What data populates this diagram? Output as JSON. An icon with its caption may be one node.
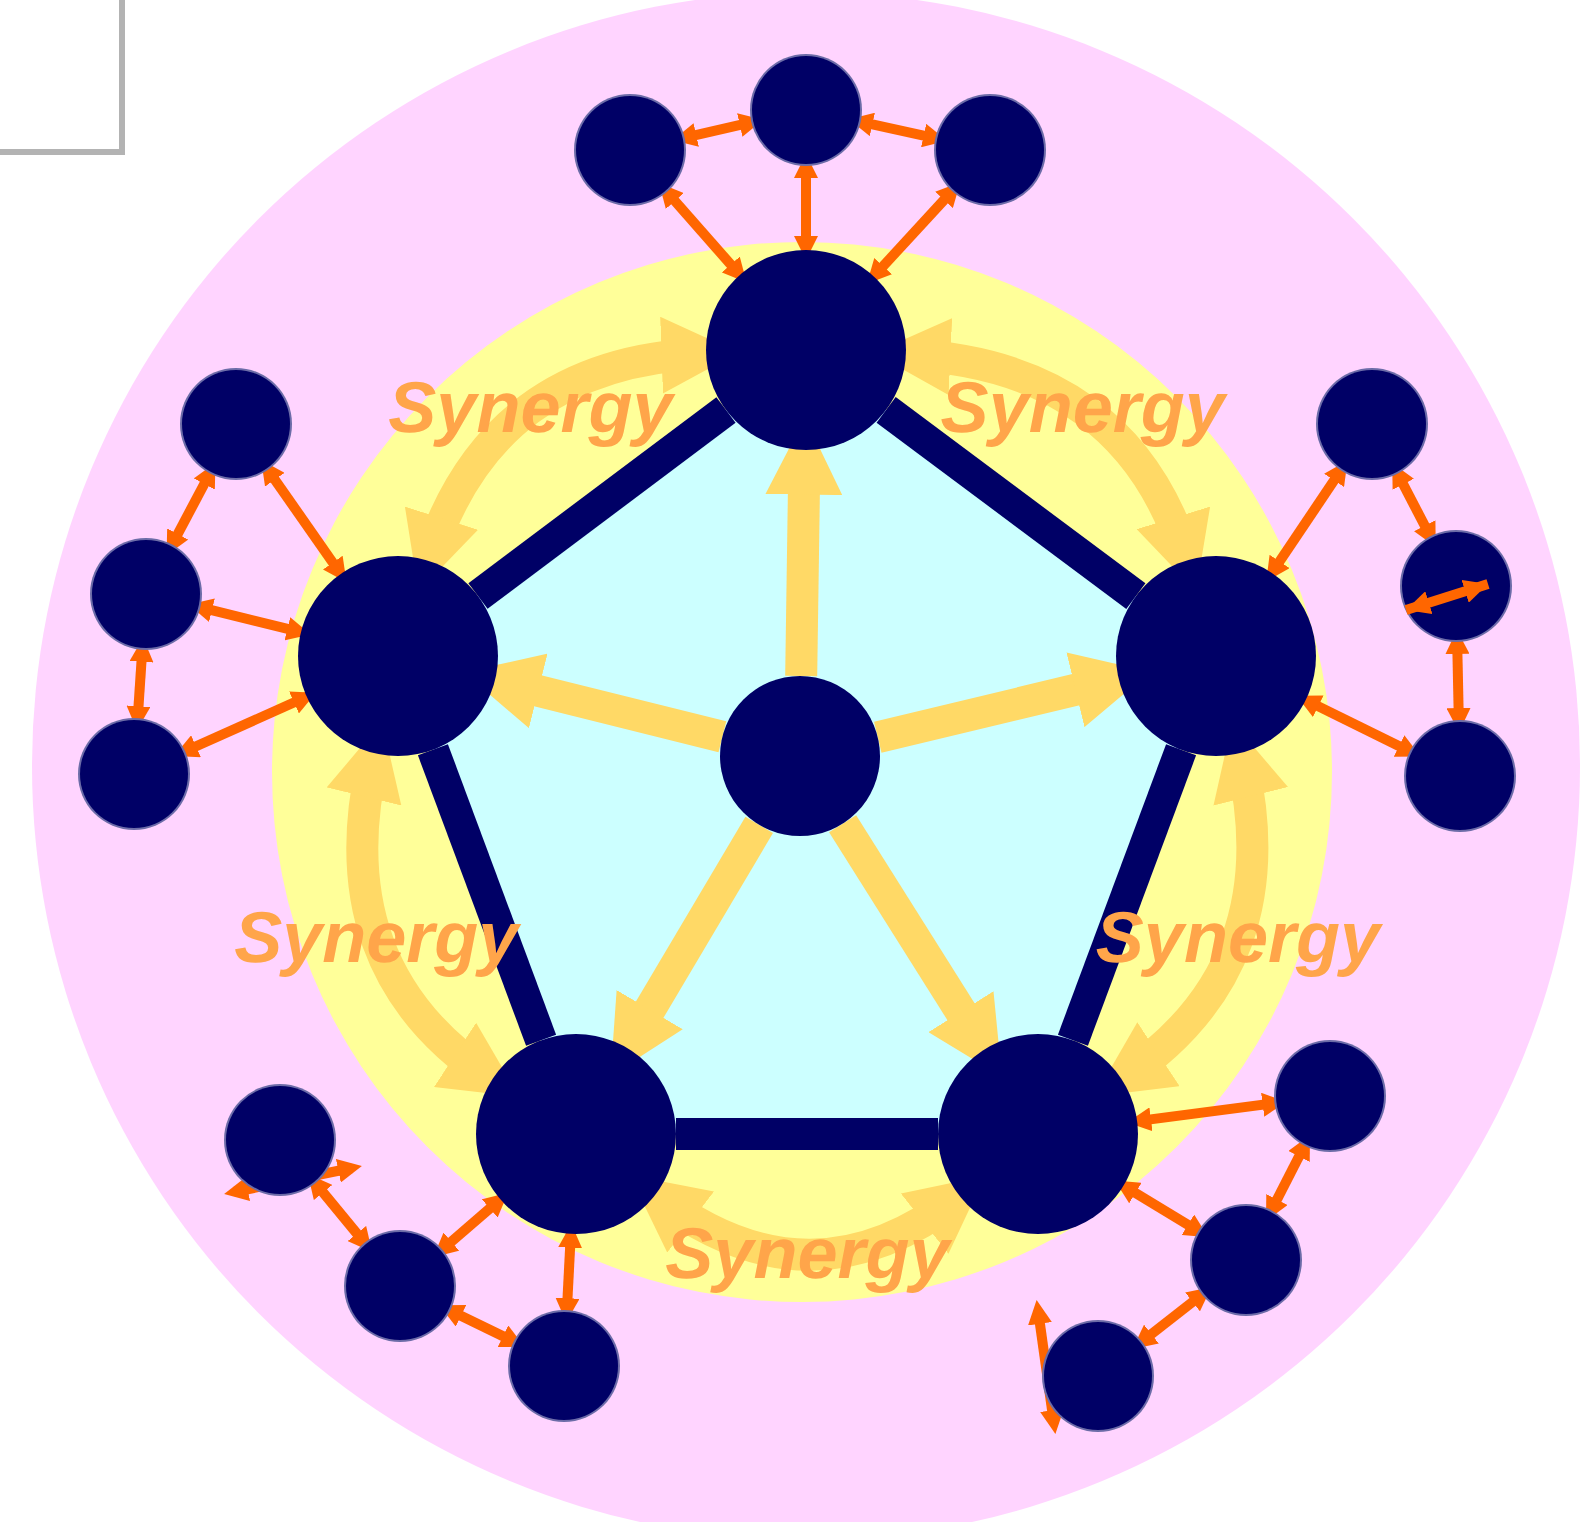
{
  "diagram": {
    "nodes": [
      {
        "text": [],
        "shape": "circle"
      },
      {
        "text": [],
        "shape": "circle"
      },
      {
        "text": [],
        "shape": "circle"
      },
      {
        "text": [],
        "shape": "circle"
      },
      {
        "text": [],
        "shape": "circle"
      },
      {
        "text": [],
        "shape": "circle"
      },
      {
        "text": [],
        "shape": "circle"
      },
      {
        "text": [],
        "shape": "circle"
      },
      {
        "text": [],
        "shape": "circle"
      },
      {
        "text": [],
        "shape": "circle"
      },
      {
        "text": [],
        "shape": "circle"
      },
      {
        "text": [],
        "shape": "circle"
      },
      {
        "text": [],
        "shape": "circle"
      },
      {
        "text": [],
        "shape": "circle"
      },
      {
        "text": [],
        "shape": "circle"
      },
      {
        "text": [],
        "shape": "circle"
      },
      {
        "text": [],
        "shape": "circle"
      },
      {
        "text": [],
        "shape": "circle"
      },
      {
        "text": [],
        "shape": "circle"
      },
      {
        "text": [],
        "shape": "circle"
      },
      {
        "text": [],
        "shape": "circle"
      }
    ],
    "edges": [
      {
        "from": 0,
        "to": 1,
        "arrow": "to",
        "style": "thick",
        "color": "#ffd966"
      },
      {
        "from": 0,
        "to": 2,
        "arrow": "to",
        "style": "thick",
        "color": "#ffd966"
      },
      {
        "from": 0,
        "to": 3,
        "arrow": "to",
        "style": "thick",
        "color": "#ffd966"
      },
      {
        "from": 0,
        "to": 4,
        "arrow": "to",
        "style": "thick",
        "color": "#ffd966"
      },
      {
        "from": 0,
        "to": 5,
        "arrow": "to",
        "style": "thick",
        "color": "#ffd966"
      },
      {
        "from": 1,
        "to": 2,
        "arrow": "none",
        "style": "thick",
        "color": "#000066"
      },
      {
        "from": 2,
        "to": 3,
        "arrow": "none",
        "style": "thick",
        "color": "#000066"
      },
      {
        "from": 3,
        "to": 4,
        "arrow": "none",
        "style": "thick",
        "color": "#000066"
      },
      {
        "from": 4,
        "to": 5,
        "arrow": "none",
        "style": "thick",
        "color": "#000066"
      },
      {
        "from": 5,
        "to": 1,
        "arrow": "none",
        "style": "thick",
        "color": "#000066"
      },
      {
        "from": 5,
        "to": 1,
        "arrow": "both",
        "label": "Synergy",
        "style": "thick",
        "color": "#ffd966"
      },
      {
        "from": 1,
        "to": 2,
        "arrow": "both",
        "label": "Synergy",
        "style": "thick",
        "color": "#ffd966"
      },
      {
        "from": 2,
        "to": 3,
        "arrow": "both",
        "label": "Synergy",
        "style": "thick",
        "color": "#ffd966"
      },
      {
        "from": 3,
        "to": 4,
        "arrow": "both",
        "label": "Synergy",
        "style": "thick",
        "color": "#ffd966"
      },
      {
        "from": 4,
        "to": 5,
        "arrow": "both",
        "label": "Synergy",
        "style": "thick",
        "color": "#ffd966"
      },
      {
        "from": 6,
        "to": 7,
        "arrow": "both"
      },
      {
        "from": 7,
        "to": 8,
        "arrow": "both"
      },
      {
        "from": 6,
        "to": 1,
        "arrow": "both"
      },
      {
        "from": 7,
        "to": 1,
        "arrow": "both"
      },
      {
        "from": 8,
        "to": 1,
        "arrow": "both"
      },
      {
        "from": 9,
        "to": 10,
        "arrow": "both"
      },
      {
        "from": 9,
        "to": 2,
        "arrow": "both"
      },
      {
        "from": 10,
        "to": null,
        "arrow": "both"
      },
      {
        "from": 10,
        "to": 11,
        "arrow": "both"
      },
      {
        "from": 11,
        "to": 2,
        "arrow": "both"
      },
      {
        "from": 12,
        "to": 3,
        "arrow": "both"
      },
      {
        "from": 12,
        "to": 13,
        "arrow": "both"
      },
      {
        "from": 13,
        "to": 3,
        "arrow": "both"
      },
      {
        "from": 13,
        "to": 14,
        "arrow": "both"
      },
      {
        "from": 14,
        "to": null,
        "arrow": "both"
      },
      {
        "from": 17,
        "to": null,
        "arrow": "both"
      },
      {
        "from": 17,
        "to": 16,
        "arrow": "both"
      },
      {
        "from": 16,
        "to": 4,
        "arrow": "both"
      },
      {
        "from": 16,
        "to": 15,
        "arrow": "both"
      },
      {
        "from": 15,
        "to": 4,
        "arrow": "both"
      },
      {
        "from": 18,
        "to": 5,
        "arrow": "both"
      },
      {
        "from": 18,
        "to": 19,
        "arrow": "both"
      },
      {
        "from": 19,
        "to": 5,
        "arrow": "both"
      },
      {
        "from": 20,
        "to": 19,
        "arrow": "both"
      },
      {
        "from": 20,
        "to": 5,
        "arrow": "both"
      }
    ]
  }
}
